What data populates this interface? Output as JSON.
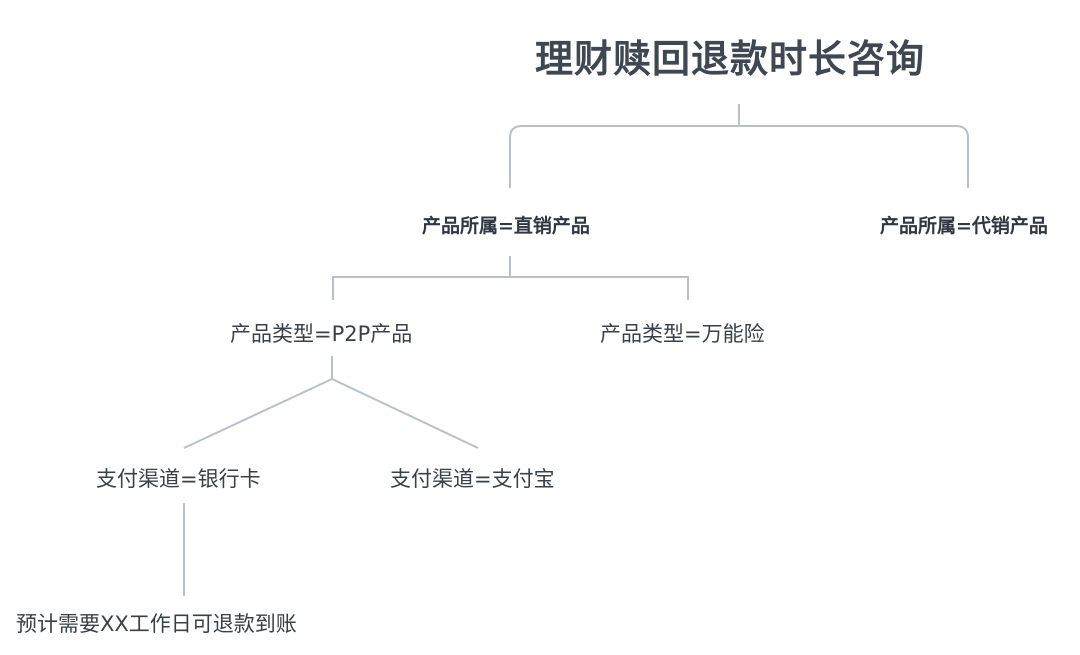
{
  "title": "理财赎回退款时长咨询",
  "branches": {
    "direct": "产品所属=直销产品",
    "agent": "产品所属=代销产品"
  },
  "product_types": {
    "p2p": "产品类型=P2P产品",
    "wanneng": "产品类型=万能险"
  },
  "channels": {
    "bank": "支付渠道=银行卡",
    "alipay": "支付渠道=支付宝"
  },
  "result": "预计需要XX工作日可退款到账",
  "colors": {
    "connector": "#b9c0c8",
    "title_text": "#3f4752",
    "node_text": "#3a4049"
  }
}
